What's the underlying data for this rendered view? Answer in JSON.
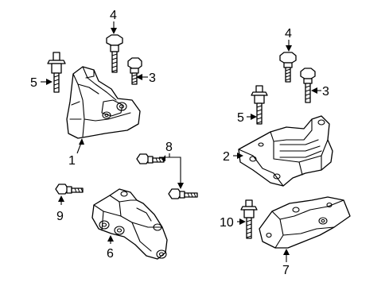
{
  "callouts": {
    "c1": "1",
    "c2": "2",
    "c3a": "3",
    "c3b": "3",
    "c4a": "4",
    "c4b": "4",
    "c5a": "5",
    "c5b": "5",
    "c6": "6",
    "c7": "7",
    "c8": "8",
    "c9": "9",
    "c10": "10"
  }
}
